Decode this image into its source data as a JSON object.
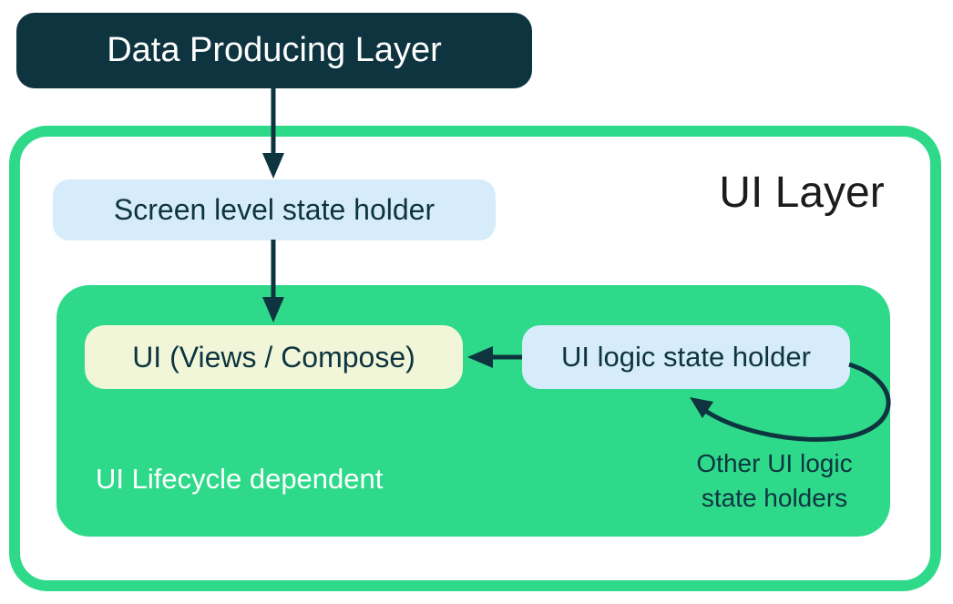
{
  "diagram": {
    "nodes": {
      "data_producing_layer": "Data Producing Layer",
      "screen_state_holder": "Screen level state holder",
      "ui_layer_label": "UI Layer",
      "ui_views_compose": "UI (Views / Compose)",
      "ui_logic_state_holder": "UI logic state holder",
      "lifecycle_label": "UI Lifecycle dependent",
      "other_holders_line1": "Other UI logic",
      "other_holders_line2": "state holders"
    },
    "colors": {
      "navy": "#0e3440",
      "green": "#2eda8a",
      "light_blue": "#d6ecfa",
      "pale_yellow": "#f1f6d8",
      "title_black": "#1c1c1c",
      "white": "#ffffff"
    }
  }
}
